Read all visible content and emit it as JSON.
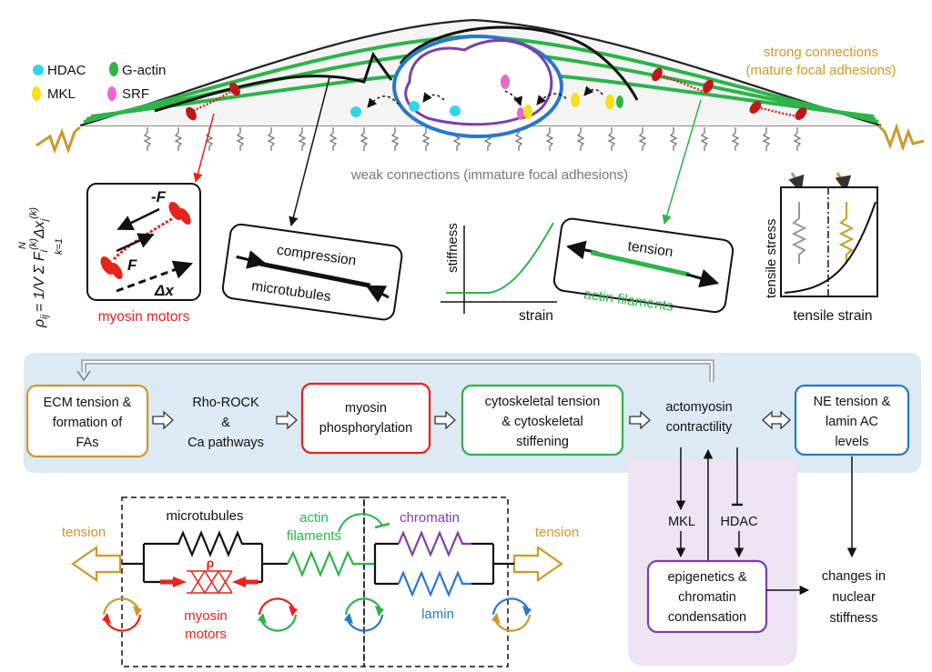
{
  "legend": {
    "hdac": "HDAC",
    "g_actin": "G-actin",
    "mkl": "MKL",
    "srf": "SRF"
  },
  "cell": {
    "strong_connections_line1": "strong connections",
    "strong_connections_line2": "(mature focal adhesions)",
    "weak_connections": "weak connections (immature focal adhesions)"
  },
  "insets": {
    "myosin_motors": "myosin motors",
    "force_neg": "-F",
    "force_pos": "F",
    "displacement": "Δx",
    "formula_rho": "ρ",
    "formula_sub": "ij",
    "formula_eq": "= 1/V",
    "formula_sum": "Σ F",
    "formula_term": "Δx",
    "formula_upper": "N",
    "formula_lower": "k=1",
    "formula_sup_i": "(k)",
    "formula_sup_j": "(k)",
    "formula_i": "i",
    "formula_j": "j",
    "compression": "compression",
    "microtubules": "microtubules",
    "stiffness": "stiffness",
    "strain": "strain",
    "tension": "tension",
    "actin_filaments": "actin filaments",
    "tensile_stress": "tensile stress",
    "tensile_strain": "tensile strain"
  },
  "pathway": {
    "ecm_1": "ECM tension &",
    "ecm_2": "formation of",
    "ecm_3": "FAs",
    "rho_1": "Rho-ROCK",
    "rho_2": "&",
    "rho_3": "Ca pathways",
    "myosin_1": "myosin",
    "myosin_2": "phosphorylation",
    "cyto_1": "cytoskeletal tension",
    "cyto_2": "& cytoskeletal",
    "cyto_3": "stiffening",
    "acto_1": "actomyosin",
    "acto_2": "contractility",
    "ne_1": "NE tension &",
    "ne_2": "lamin AC",
    "ne_3": "levels"
  },
  "mechanics": {
    "tension_left": "tension",
    "tension_right": "tension",
    "microtubules": "microtubules",
    "actin_1": "actin",
    "actin_2": "filaments",
    "rho": "ρ",
    "myosin_1": "myosin",
    "myosin_2": "motors",
    "chromatin": "chromatin",
    "lamin": "lamin"
  },
  "epigenetics": {
    "mkl": "MKL",
    "hdac": "HDAC",
    "box_1": "epigenetics &",
    "box_2": "chromatin",
    "box_3": "condensation",
    "out_1": "changes in",
    "out_2": "nuclear",
    "out_3": "stiffness"
  },
  "colors": {
    "green": "#2db34a",
    "red": "#e8231b",
    "gold": "#c99a2e",
    "purple": "#7b3fa8",
    "blue": "#2a78c8",
    "cyan": "#2fd6e6",
    "yellow": "#f2e21a",
    "pink": "#e86ac8",
    "gray": "#777777",
    "panel_blue": "#dde9f3",
    "panel_purple": "#ede3f3"
  }
}
